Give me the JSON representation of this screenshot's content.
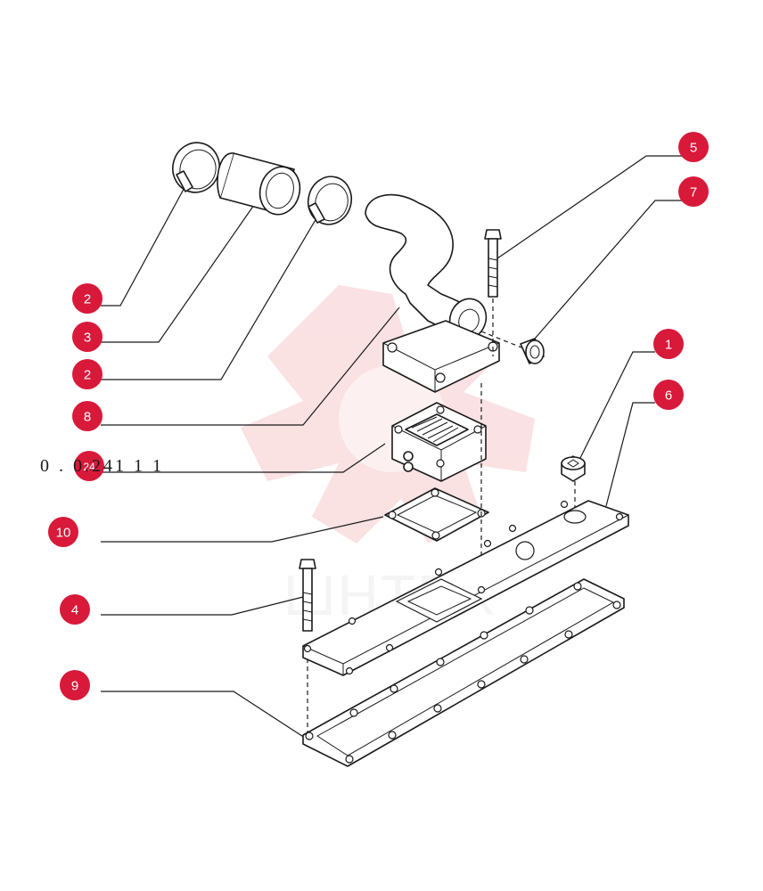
{
  "drawing_code": "0 . 0.241 1 1",
  "watermark_text": "ШНТЕХ",
  "callouts": [
    {
      "id": "c2a",
      "label": "2"
    },
    {
      "id": "c3",
      "label": "3"
    },
    {
      "id": "c2b",
      "label": "2"
    },
    {
      "id": "c8",
      "label": "8"
    },
    {
      "id": "c24",
      "label": "24"
    },
    {
      "id": "c10",
      "label": "10"
    },
    {
      "id": "c4",
      "label": "4"
    },
    {
      "id": "c9",
      "label": "9"
    },
    {
      "id": "c5",
      "label": "5"
    },
    {
      "id": "c7",
      "label": "7"
    },
    {
      "id": "c1",
      "label": "1"
    },
    {
      "id": "c6",
      "label": "6"
    }
  ],
  "colors": {
    "callout": "#d8193a",
    "line": "#1a1a1a",
    "watermark": "#f6c9cc"
  }
}
